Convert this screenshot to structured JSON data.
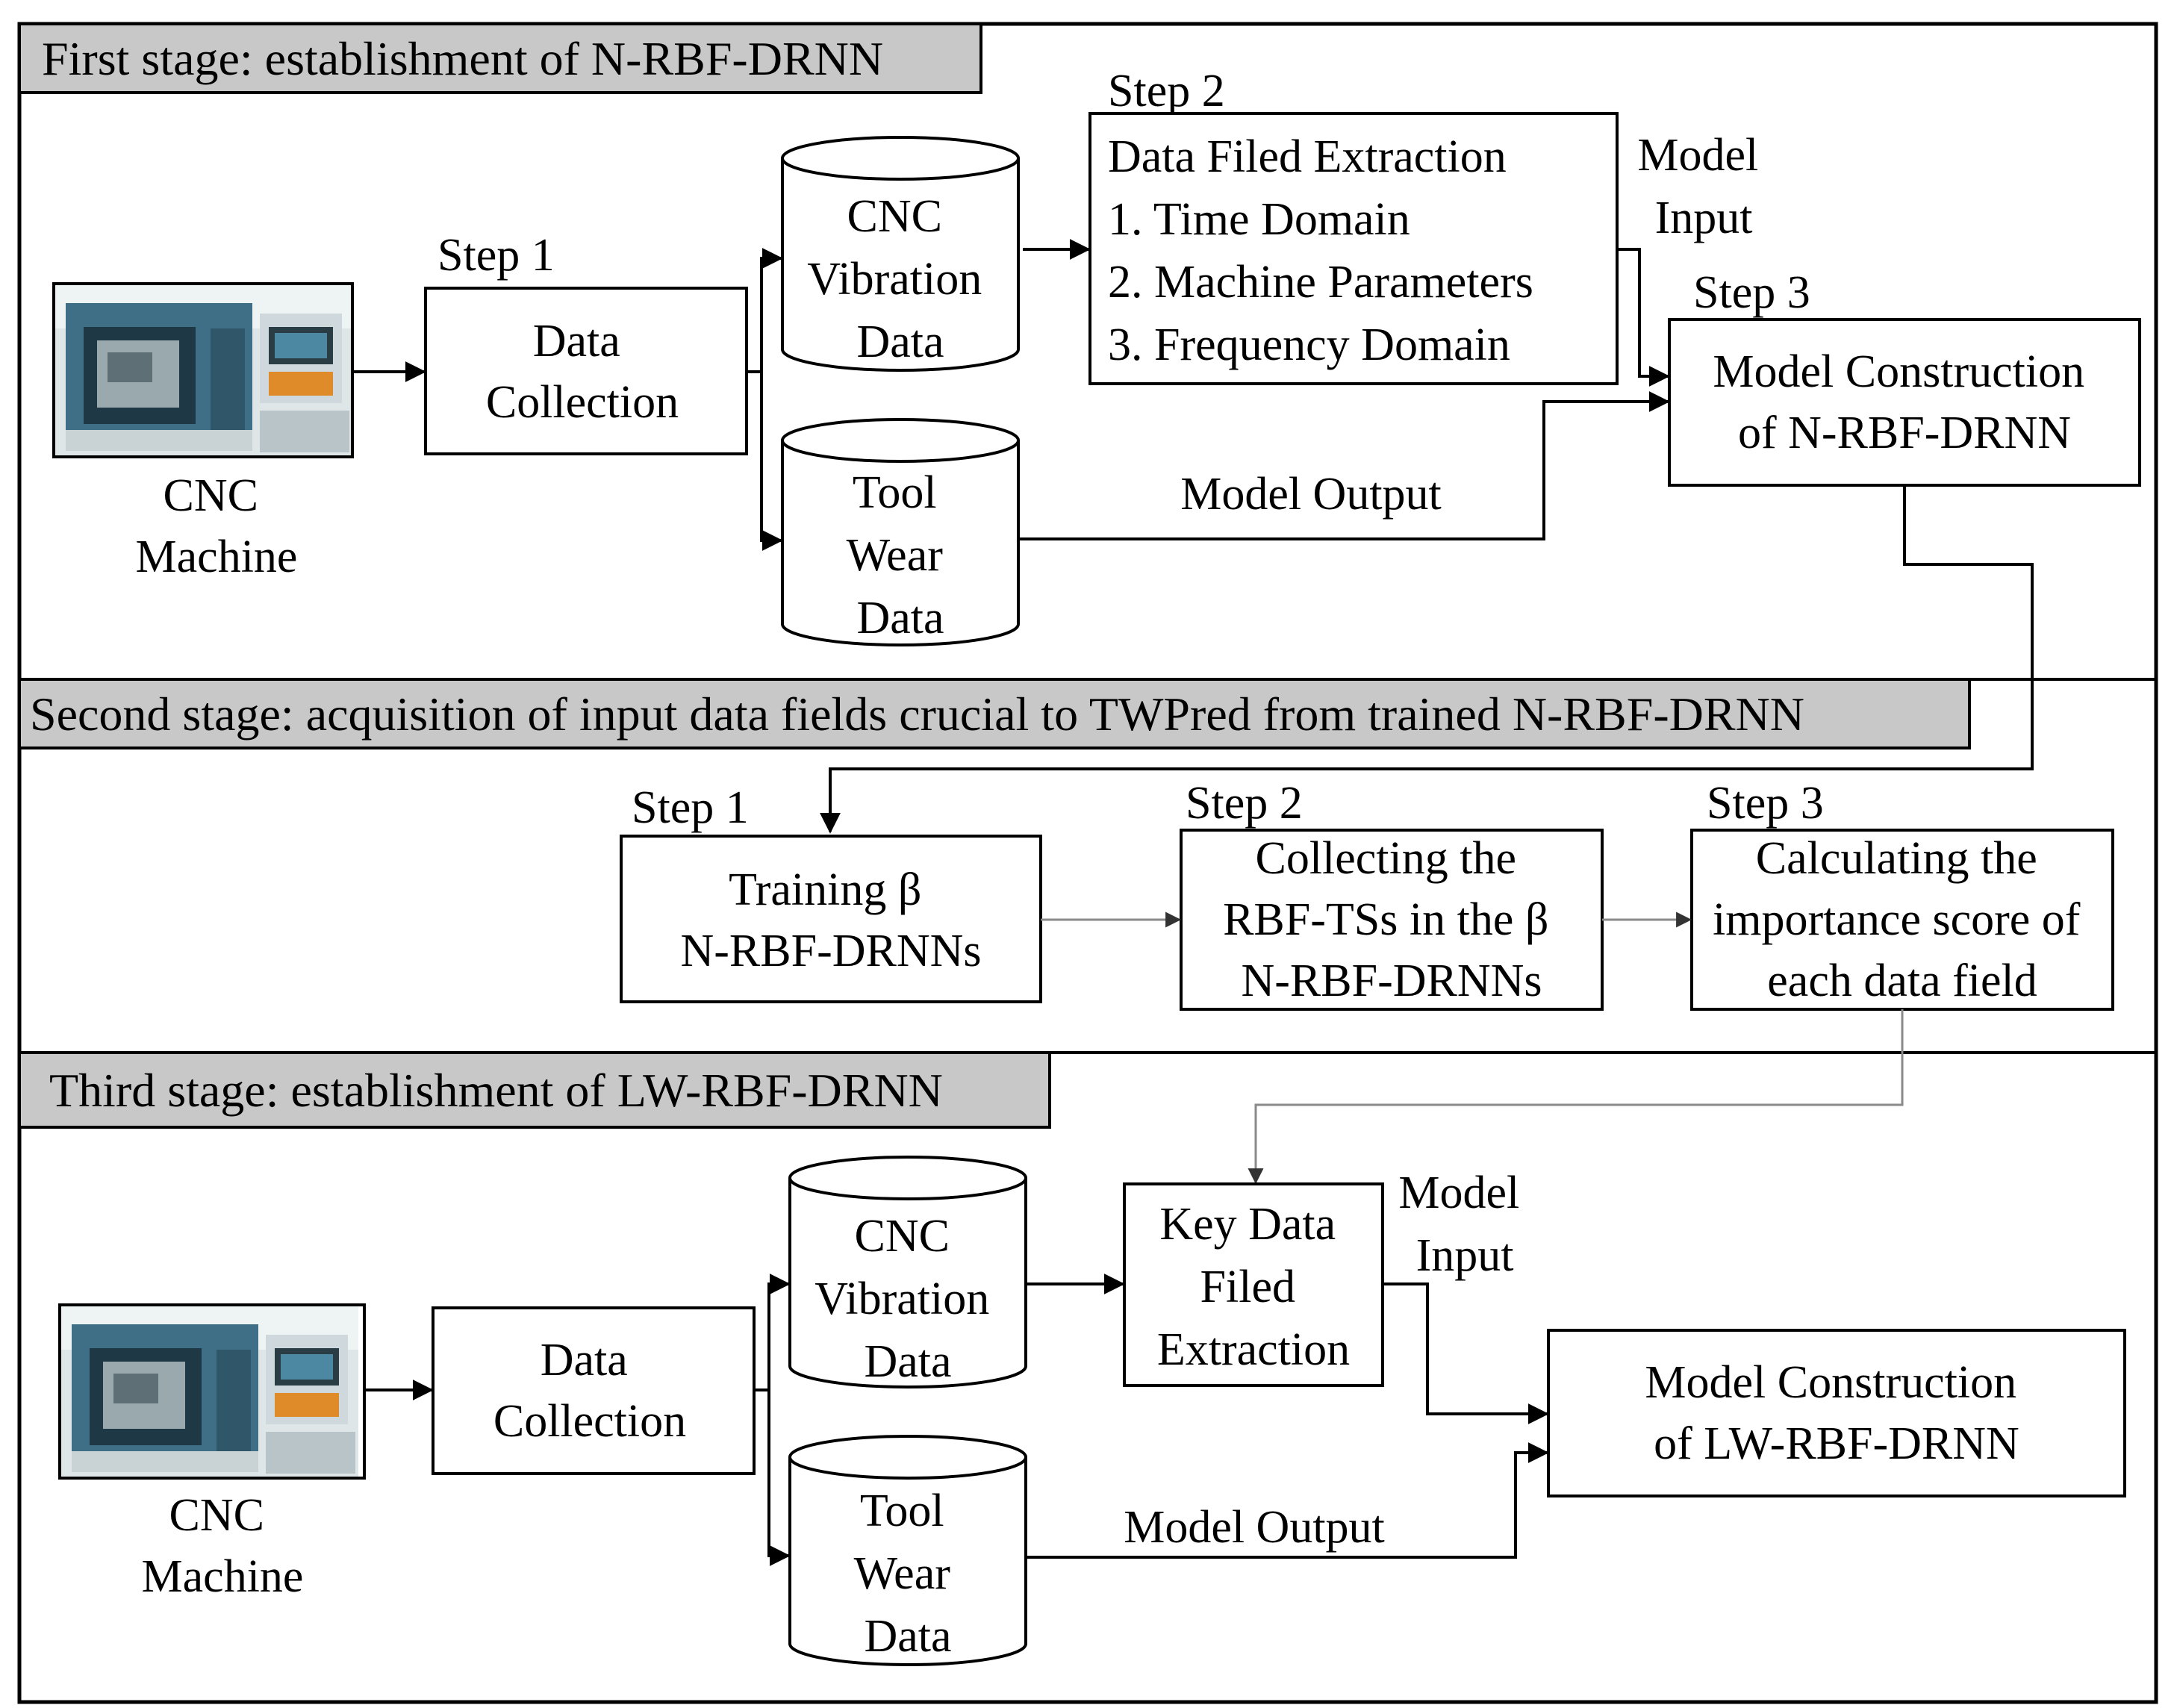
{
  "stage1": {
    "header": "First stage: establishment of N-RBF-DRNN",
    "machine_label": [
      "CNC",
      "Machine"
    ],
    "step1_label": "Step 1",
    "data_collection": [
      "Data",
      "Collection"
    ],
    "cnc_vibration": [
      "CNC",
      "Vibration",
      "Data"
    ],
    "tool_wear": [
      "Tool",
      "Wear",
      "Data"
    ],
    "step2_label": "Step 2",
    "extraction_lines": [
      "Data Filed Extraction",
      "1. Time Domain",
      "2. Machine Parameters",
      "3. Frequency Domain"
    ],
    "model_input": [
      "Model",
      "Input"
    ],
    "step3_label": "Step 3",
    "model_construction": [
      "Model Construction",
      "of N-RBF-DRNN"
    ],
    "model_output": "Model Output"
  },
  "stage2": {
    "header": "Second stage: acquisition of input data fields crucial to TWPred from trained N-RBF-DRNN",
    "step1_label": "Step 1",
    "step1_box": [
      "Training β",
      "N-RBF-DRNNs"
    ],
    "step2_label": "Step 2",
    "step2_box": [
      "Collecting the",
      "RBF-TSs in the β",
      "N-RBF-DRNNs"
    ],
    "step3_label": "Step 3",
    "step3_box": [
      "Calculating the",
      "importance score of",
      "each data field"
    ]
  },
  "stage3": {
    "header": "Third stage: establishment of LW-RBF-DRNN",
    "machine_label": [
      "CNC",
      "Machine"
    ],
    "data_collection": [
      "Data",
      "Collection"
    ],
    "cnc_vibration": [
      "CNC",
      "Vibration",
      "Data"
    ],
    "tool_wear": [
      "Tool",
      "Wear",
      "Data"
    ],
    "key_extraction": [
      "Key Data",
      "Filed",
      "Extraction"
    ],
    "model_input": [
      "Model",
      "Input"
    ],
    "model_construction": [
      "Model Construction",
      "of LW-RBF-DRNN"
    ],
    "model_output": "Model Output"
  },
  "icons": {
    "machine_photo": "cnc-machine-photo-icon"
  }
}
